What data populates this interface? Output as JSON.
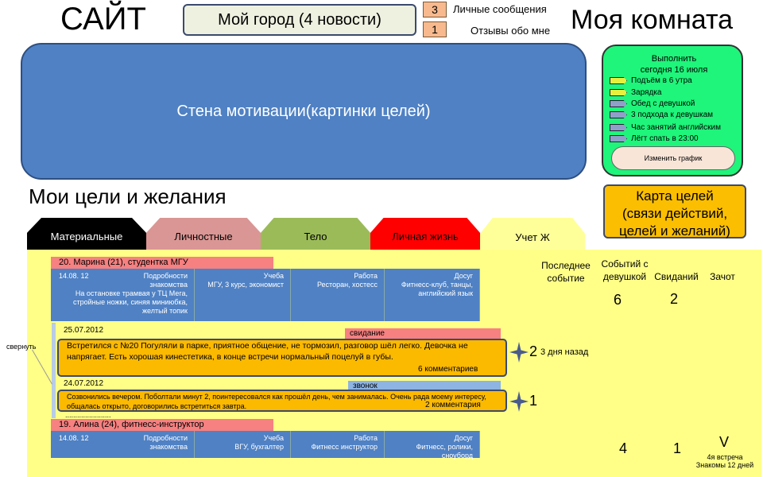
{
  "header": {
    "site_title": "САЙТ",
    "city_button": "Мой город (4 новости)",
    "messages_count": "3",
    "messages_label": "Личные сообщения",
    "reviews_count": "1",
    "reviews_label": "Отзывы обо мне",
    "room_title": "Моя комната"
  },
  "wall": {
    "label": "Стена мотивации(картинки целей)"
  },
  "schedule": {
    "title_line1": "Выполнить",
    "title_line2": "сегодня 16 июля",
    "tasks": [
      "Подъём в 6 утра",
      "Зарядка",
      "Обед с девушкой",
      "3 подхода к девушкам",
      "Час занятий английским",
      "Лёгт спать в 23:00"
    ],
    "edit_button": "Изменить график"
  },
  "goals": {
    "title": "Мои цели и желания"
  },
  "goal_map": {
    "line1": "Карта целей",
    "line2": "(связи действий,",
    "line3": "целей и желаний)"
  },
  "tabs": [
    {
      "label": "Материальные",
      "color": "#000000",
      "text_color": "#ffffff"
    },
    {
      "label": "Личностные",
      "color": "#da9694",
      "text_color": "#000000"
    },
    {
      "label": "Тело",
      "color": "#9bbb59",
      "text_color": "#000000"
    },
    {
      "label": "Личная жизнь",
      "color": "#ff0000",
      "text_color": "#000000"
    },
    {
      "label": "Учет Ж",
      "color": "#ffff99",
      "text_color": "#000000"
    }
  ],
  "stats_headers": {
    "last_event": "Последнее событие",
    "events_with_girl": "Событий с девушкой",
    "dates": "Свиданий",
    "pass": "Зачот"
  },
  "collapse_label": "свернуть",
  "person1": {
    "header": "20. Марина (21), студентка МГУ",
    "date": "14.08. 12",
    "details_title": "Подробности знакомства",
    "details_text": "На остановке трамвая у ТЦ Мега, стройные ножки, синяя миниюбка, желтый топик",
    "study_title": "Учеба",
    "study_text": "МГУ, 3 курс, экономист",
    "work_title": "Работа",
    "work_text": "Ресторан, хостесс",
    "leisure_title": "Досуг",
    "leisure_text": "Фитнесс-клуб, танцы, английский язык",
    "events_count": "6",
    "dates_count": "2",
    "event1": {
      "date": "25.07.2012",
      "tag": "свидание",
      "text": "Встретился с №20 Погуляли в парке, приятное общение,  не тормозил, разговор шёл легко. Девочка  не напрягает. Есть хорошая кинестетика,   в конце встречи  нормальный поцелуй в губы.",
      "comments": "6 комментариев",
      "rating": "2",
      "ago": "3 дня назад",
      "tag_color": "#f78080"
    },
    "event2": {
      "date": "24.07.2012",
      "tag": "звонок",
      "text": "Созвонились вечером. Поболтали минут 2, поинтересовался как прошёл день, чем занималась. Очень рада моему интересу, общалась открыто, договорились встретиться завтра.",
      "comments": "2 комментария",
      "rating": "1",
      "tag_color": "#8db4e2"
    },
    "more": "......................."
  },
  "person2": {
    "header": "19. Алина (24), фитнесс-инструктор",
    "date": "14.08. 12",
    "details_title": "Подробности знакомства",
    "study_title": "Учеба",
    "study_text": "ВГУ, бухгалтер",
    "work_title": "Работа",
    "work_text": "Фитнесс инструктор",
    "leisure_title": "Досуг",
    "leisure_text": "Фитнесс, ролики, сноуборд",
    "events_count": "4",
    "dates_count": "1",
    "pass_mark": "V",
    "pass_note1": "4я встреча",
    "pass_note2": "Знакомы 12 дней"
  }
}
